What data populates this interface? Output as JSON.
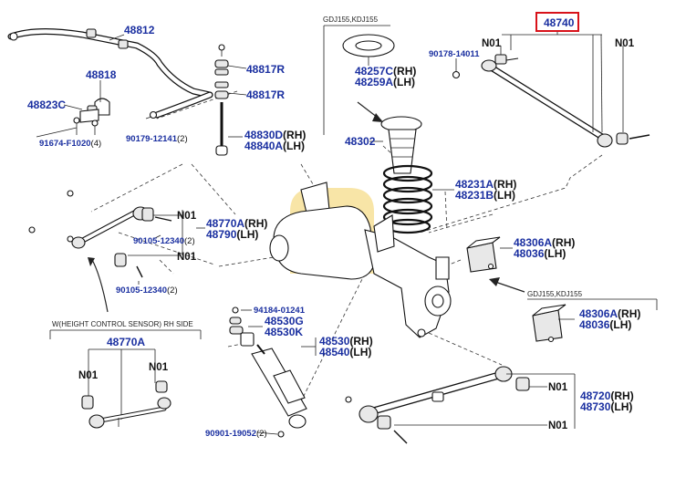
{
  "parts": {
    "p48812": "48812",
    "p48818": "48818",
    "p48823c": "48823C",
    "p91674": "91674-F1020",
    "p91674_qty": "(4)",
    "p90179": "90179-12141",
    "p90179_qty": "(2)",
    "p48817r_a": "48817R",
    "p48817r_b": "48817R",
    "p48830d": "48830D",
    "p48830d_side": "(RH)",
    "p48840a": "48840A",
    "p48840a_side": "(LH)",
    "p48257c": "48257C",
    "p48257c_side": "(RH)",
    "p48259a": "48259A",
    "p48259a_side": "(LH)",
    "p48302": "48302",
    "p48231a": "48231A",
    "p48231a_side": "(RH)",
    "p48231b": "48231B",
    "p48231b_side": "(LH)",
    "p48740": "48740",
    "p90178": "90178-14011",
    "p48770a_top": "48770A",
    "p48770a_top_side": "(RH)",
    "p48790": "48790",
    "p48790_side": "(LH)",
    "p90105_a": "90105-12340",
    "p90105_a_qty": "(2)",
    "p90105_b": "90105-12340",
    "p90105_b_qty": "(2)",
    "p48306a_top": "48306A",
    "p48306a_top_side": "(RH)",
    "p48036_top": "48036",
    "p48036_top_side": "(LH)",
    "p48306a_bot": "48306A",
    "p48306a_bot_side": "(RH)",
    "p48036_bot": "48036",
    "p48036_bot_side": "(LH)",
    "p94184": "94184-01241",
    "p48530g": "48530G",
    "p48530k": "48530K",
    "p48530": "48530",
    "p48530_side": "(RH)",
    "p48540": "48540",
    "p48540_side": "(LH)",
    "p90901": "90901-19052",
    "p90901_qty": "(2)",
    "p48770a_bot": "48770A",
    "p48720": "48720",
    "p48720_side": "(RH)",
    "p48730": "48730",
    "p48730_side": "(LH)"
  },
  "notes": {
    "n01": "N01",
    "gdj_top": "GDJ155,KDJ155",
    "gdj_mid": "GDJ155,KDJ155",
    "height_sensor": "W(HEIGHT CONTROL SENSOR) RH SIDE"
  },
  "colors": {
    "part_number": "#1a2fa0",
    "highlight_box": "#d8121a",
    "watermark": "#f3d060"
  },
  "highlighted_part": "48740"
}
